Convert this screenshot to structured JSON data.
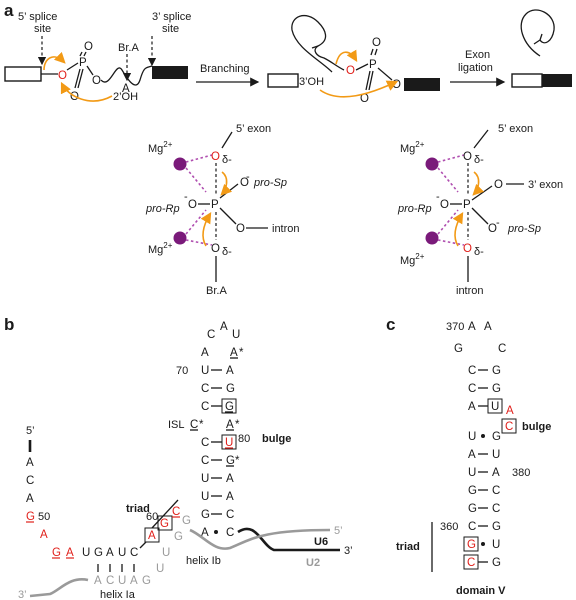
{
  "panels": {
    "a": "a",
    "b": "b",
    "c": "c"
  },
  "panel_a": {
    "splice5": [
      "5’ splice",
      "site"
    ],
    "splice3": [
      "3’ splice",
      "site"
    ],
    "branch_a": "Br.A",
    "branching": "Branching",
    "exon_ligation": [
      "Exon",
      "ligation"
    ],
    "oh2": "2’OH",
    "oh3": "3’OH",
    "left_mech": {
      "mg_top": "Mg2+",
      "mg_bottom": "Mg2+",
      "exon5": "5’ exon",
      "intron": "intron",
      "bra": "Br.A",
      "pro_sp": "pro-Sp",
      "pro_rp": "pro-Rp"
    },
    "right_mech": {
      "mg_top": "Mg2+",
      "mg_bottom": "Mg2+",
      "exon5": "5’ exon",
      "exon3": "3’ exon",
      "intron": "intron",
      "pro_sp": "pro-Sp",
      "pro_rp": "pro-Rp"
    }
  },
  "panel_b": {
    "labels": {
      "isl": "ISL",
      "bulge": "bulge",
      "triad": "triad",
      "u6": "U6",
      "u2": "U2",
      "helix_ia": "helix Ia",
      "helix_ib": "helix Ib",
      "n70": "70",
      "n80": "80",
      "n60": "60",
      "n50": "50",
      "u6_5": "5’",
      "u6_3": "3’",
      "u2_5": "5’",
      "u2_3": "3’"
    }
  },
  "panel_c": {
    "labels": {
      "n370": "370",
      "n380": "380",
      "n360": "360",
      "bulge": "bulge",
      "triad": "triad",
      "domain": "domain V"
    }
  }
}
